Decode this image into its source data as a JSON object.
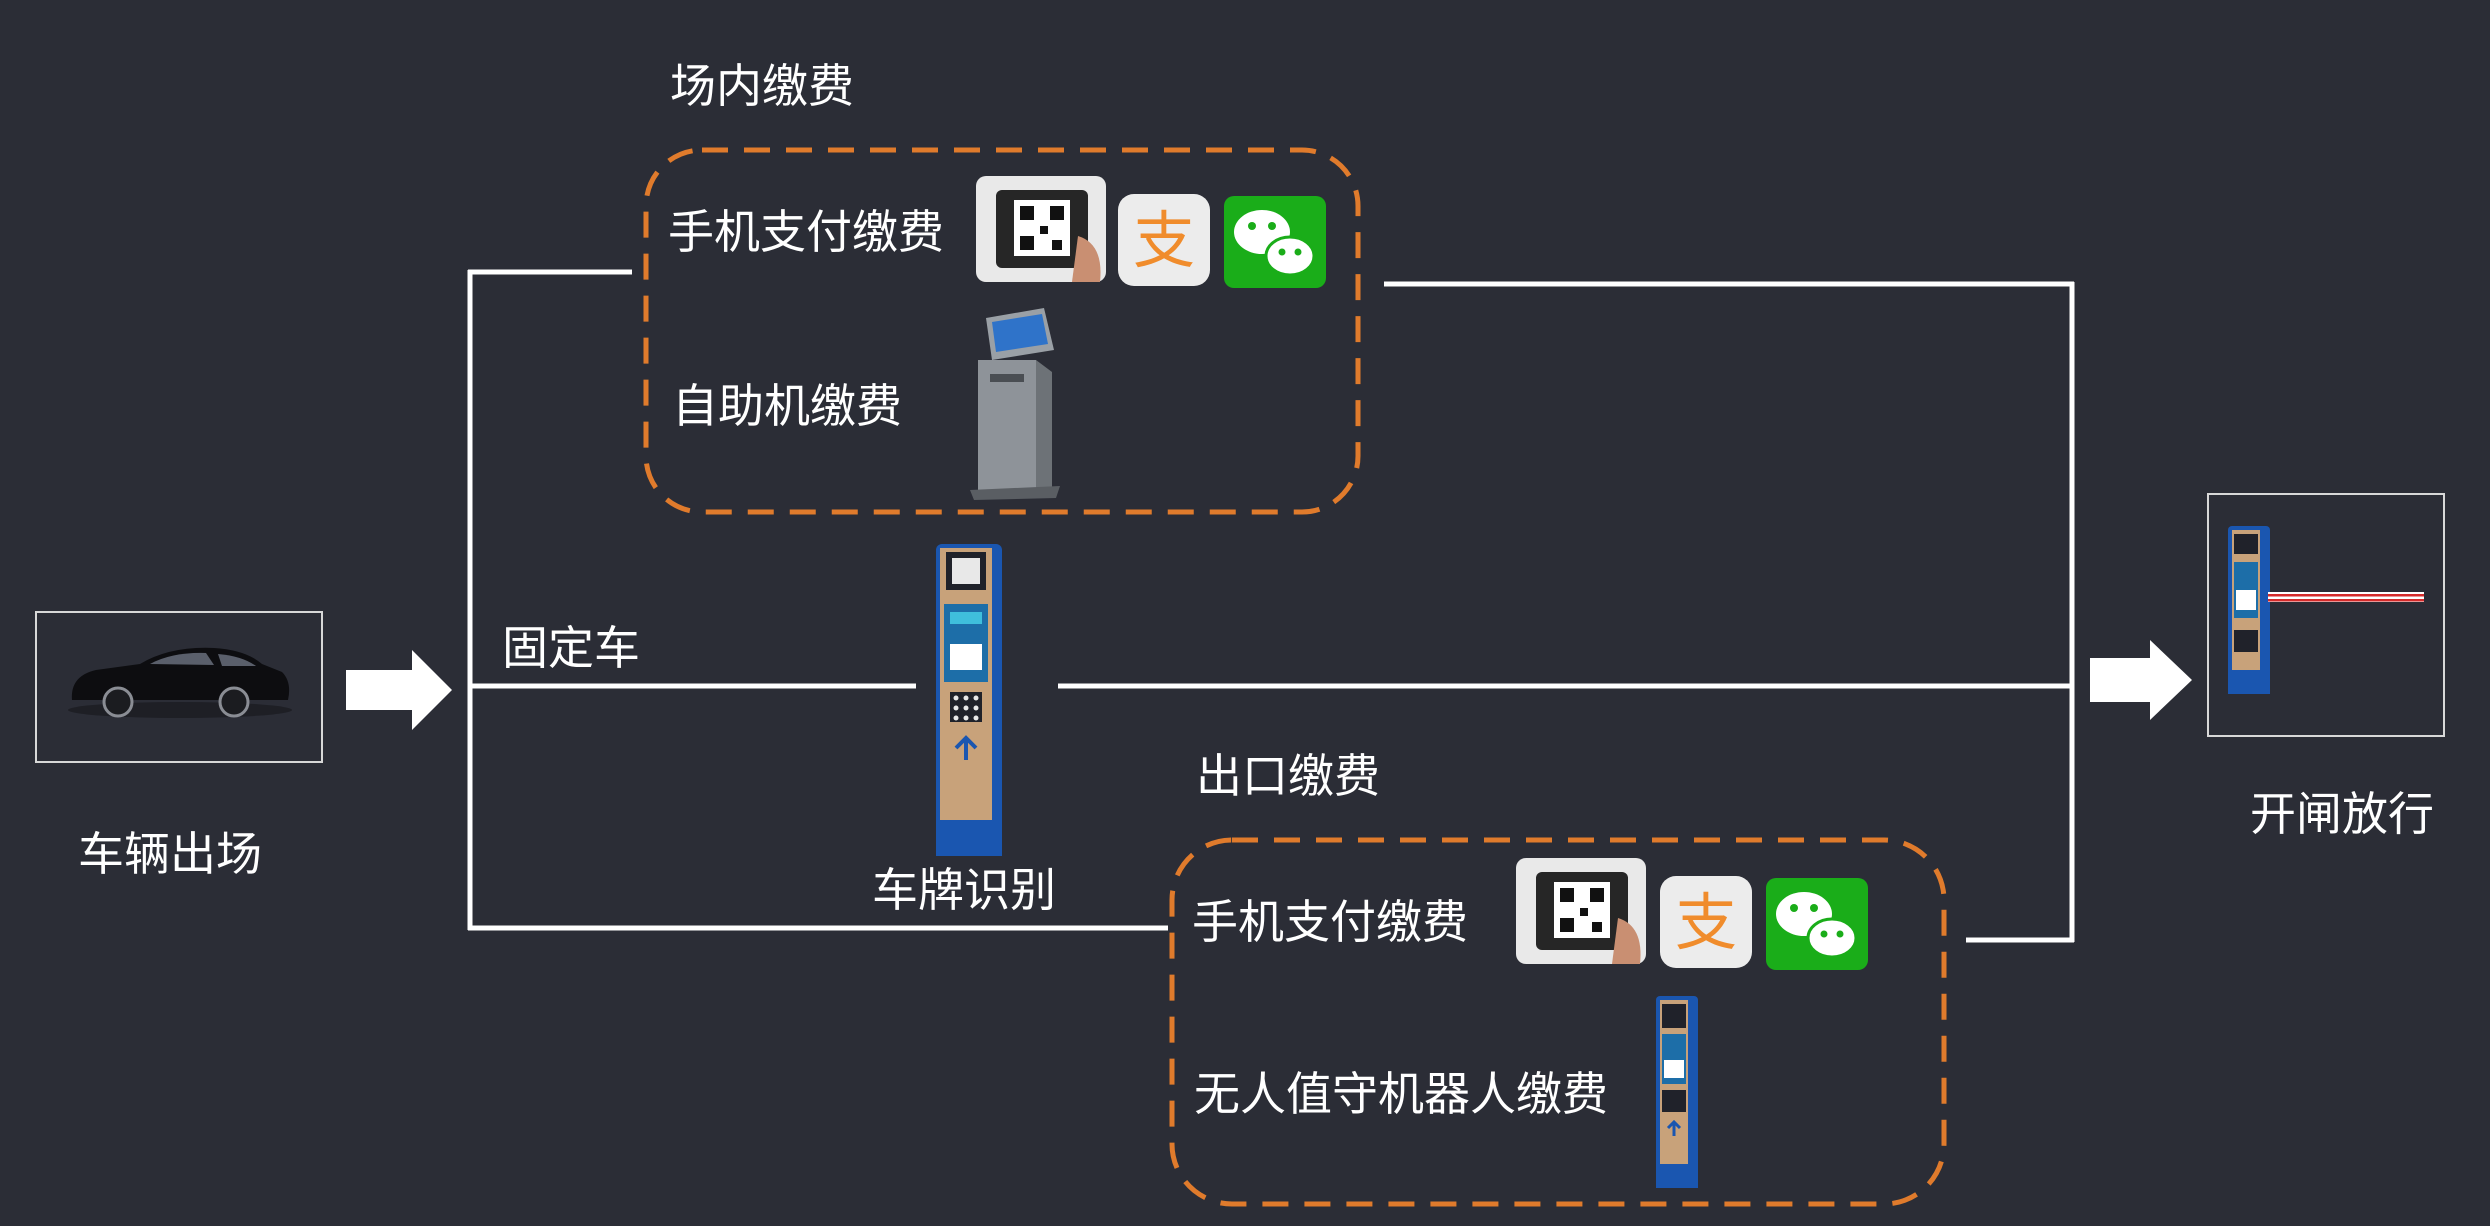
{
  "diagram": {
    "start_label": "车辆出场",
    "fixed_car_label": "固定车",
    "plate_recognition_label": "车牌识别",
    "inner_payment": {
      "title": "场内缴费",
      "mobile_pay_label": "手机支付缴费",
      "kiosk_pay_label": "自助机缴费"
    },
    "exit_payment": {
      "title": "出口缴费",
      "mobile_pay_label": "手机支付缴费",
      "robot_pay_label": "无人值守机器人缴费"
    },
    "end_label": "开闸放行",
    "alipay_glyph": "支"
  },
  "colors": {
    "background": "#2b2d36",
    "line": "#ffffff",
    "dashed_box": "#e07b2c",
    "device_blue": "#1a56b0",
    "device_tan": "#c8a27a",
    "wechat_green": "#1aad19",
    "alipay_orange": "#f08c2c"
  },
  "icons": [
    "car-icon",
    "qr-phone-icon",
    "alipay-icon",
    "wechat-icon",
    "kiosk-icon",
    "plate-recognition-device-icon",
    "robot-device-icon",
    "barrier-gate-icon"
  ]
}
